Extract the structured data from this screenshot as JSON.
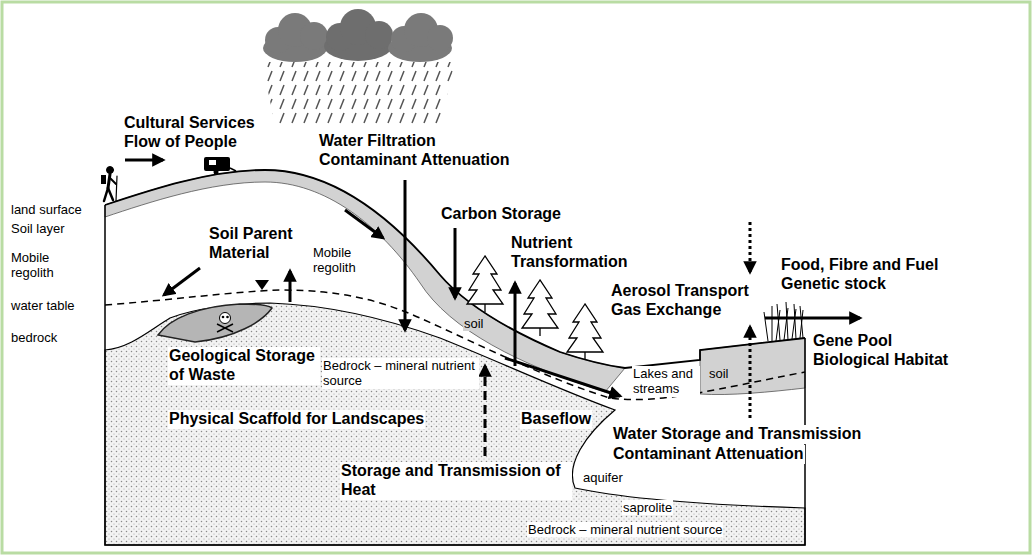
{
  "diagram": {
    "labels": [
      "Cultural Services",
      "Flow of People",
      "Water Filtration",
      "Contaminant Attenuation",
      "Carbon Storage",
      "Nutrient Transformation",
      "Food, Fibre and Fuel",
      "Genetic stock",
      "Aerosol Transport",
      "Gas Exchange",
      "land surface",
      "Soil layer",
      "Mobile regolith",
      "water table",
      "bedrock",
      "Soil Parent Material",
      "Mobile regolith",
      "soil",
      "Geological Storage of Waste",
      "Bedrock – mineral nutrient source",
      "Physical Scaffold for Landscapes",
      "Lakes and streams",
      "soil",
      "Gene Pool",
      "Biological Habitat",
      "Baseflow",
      "aquifer",
      "Water Storage and Transmission",
      "Contaminant Attenuation",
      "Storage and Transmission of Heat",
      "saprolite",
      "Bedrock – mineral nutrient source"
    ]
  }
}
